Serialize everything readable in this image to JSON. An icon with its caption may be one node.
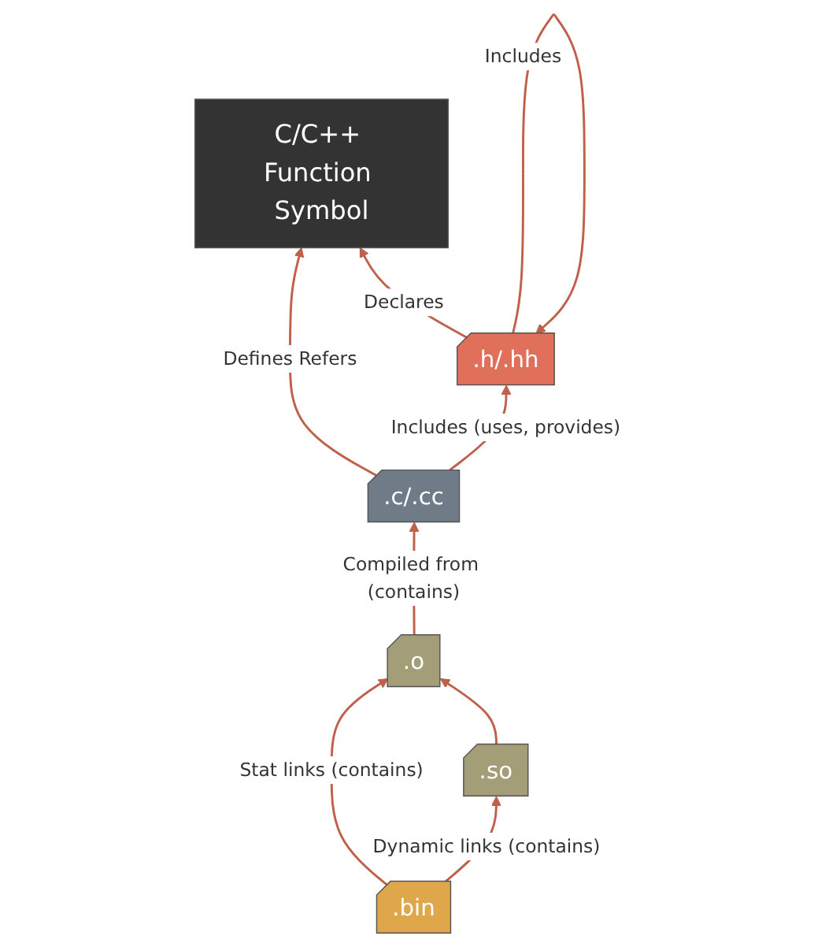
{
  "diagram": {
    "nodes": [
      {
        "text": [
          "C/C++ Function Symbol"
        ]
      },
      {
        "text": [
          ".c/.cc"
        ]
      },
      {
        "text": [
          ".h/.hh"
        ]
      },
      {
        "text": [
          ".o"
        ]
      },
      {
        "text": [
          ".bin"
        ]
      },
      {
        "text": [
          ".so"
        ]
      }
    ],
    "edges": [
      {
        "from": 1,
        "to": 0,
        "arrow": "to",
        "label": "Defines Refers"
      },
      {
        "from": 2,
        "to": 0,
        "arrow": "to",
        "label": "Declares"
      },
      {
        "from": 1,
        "to": 2,
        "arrow": "to",
        "label": "Includes (uses, provides)"
      },
      {
        "from": 2,
        "to": 2,
        "arrow": "to",
        "label": "Includes"
      },
      {
        "from": 3,
        "to": 1,
        "arrow": "to",
        "label": "Compiled from (contains)"
      },
      {
        "from": 4,
        "to": 3,
        "arrow": "to",
        "label": "Stat links (contains)"
      },
      {
        "from": 4,
        "to": 5,
        "arrow": "to",
        "label": "Dynamic links (contains)"
      },
      {
        "from": 5,
        "to": 3,
        "arrow": "to"
      }
    ]
  }
}
